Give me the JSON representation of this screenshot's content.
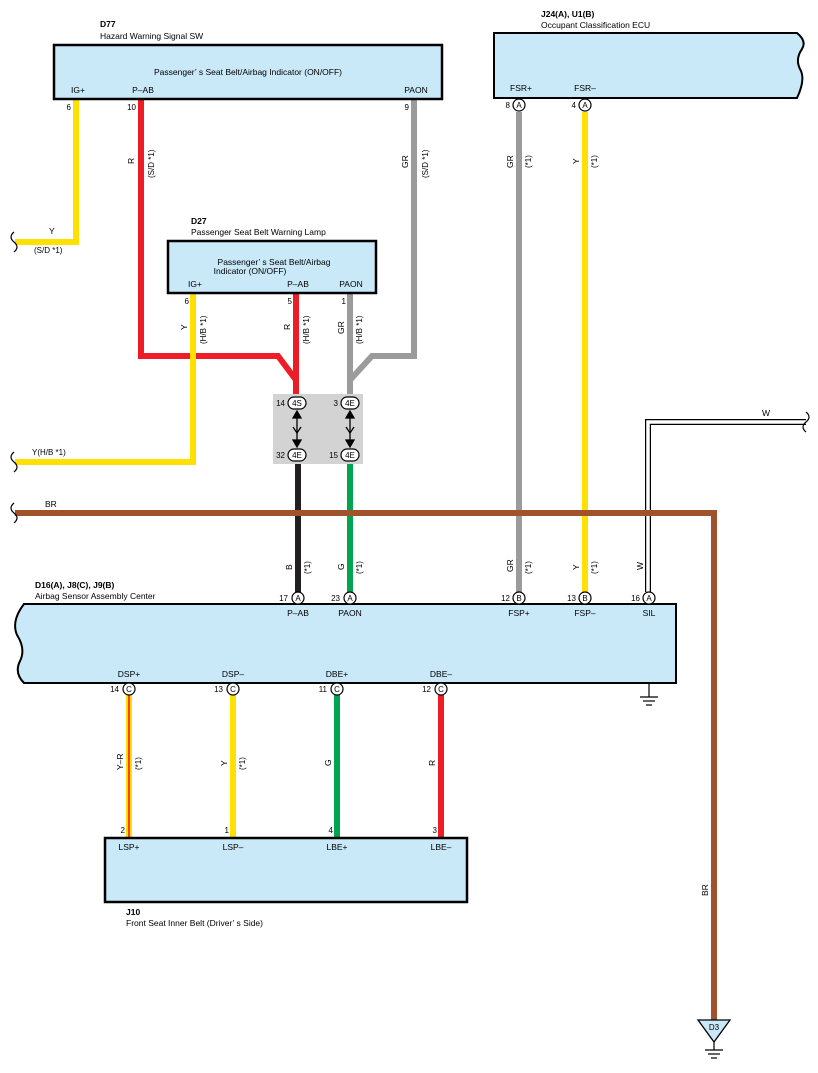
{
  "colors": {
    "Y": "#ffe000",
    "R": "#ee1c25",
    "GR": "#9b9b9b",
    "B": "#231f20",
    "G": "#00a54f",
    "BR": "#a0522d",
    "W": "#ffffff",
    "box": "#c9e9f9"
  },
  "components": {
    "d77": {
      "ref": "D77",
      "name": "Hazard Warning Signal SW",
      "inner": "Passenger’ s Seat Belt/Airbag Indicator (ON/OFF)",
      "pins": [
        {
          "num": "6",
          "label": "IG+"
        },
        {
          "num": "10",
          "label": "P–AB"
        },
        {
          "num": "9",
          "label": "PAON"
        }
      ]
    },
    "j24": {
      "ref": "J24(A), U1(B)",
      "name": "Occupant Classification ECU",
      "pins": [
        {
          "num": "8",
          "conn": "A",
          "label": "FSR+"
        },
        {
          "num": "4",
          "conn": "A",
          "label": "FSR–"
        }
      ]
    },
    "d27": {
      "ref": "D27",
      "name": "Passenger Seat Belt Warning Lamp",
      "inner1": "Passenger’ s Seat Belt/Airbag",
      "inner2": "Indicator (ON/OFF)",
      "pins": [
        {
          "num": "6",
          "label": "IG+"
        },
        {
          "num": "5",
          "label": "P–AB"
        },
        {
          "num": "1",
          "label": "PAON"
        }
      ]
    },
    "d16": {
      "ref": "D16(A), J8(C), J9(B)",
      "name": "Airbag Sensor Assembly Center",
      "top_pins": [
        {
          "num": "17",
          "conn": "A",
          "label": "P–AB"
        },
        {
          "num": "23",
          "conn": "A",
          "label": "PAON"
        },
        {
          "num": "12",
          "conn": "B",
          "label": "FSP+"
        },
        {
          "num": "13",
          "conn": "B",
          "label": "FSP–"
        },
        {
          "num": "16",
          "conn": "A",
          "label": "SIL"
        }
      ],
      "bottom_pins": [
        {
          "num": "14",
          "conn": "C",
          "label": "DSP+"
        },
        {
          "num": "13",
          "conn": "C",
          "label": "DSP–"
        },
        {
          "num": "11",
          "conn": "C",
          "label": "DBE+"
        },
        {
          "num": "12",
          "conn": "C",
          "label": "DBE–"
        }
      ]
    },
    "j10": {
      "ref": "J10",
      "name": "Front Seat Inner Belt (Driver’ s Side)",
      "pins": [
        {
          "num": "2",
          "label": "LSP+"
        },
        {
          "num": "1",
          "label": "LSP–"
        },
        {
          "num": "4",
          "label": "LBE+"
        },
        {
          "num": "3",
          "label": "LBE–"
        }
      ]
    },
    "d3": {
      "ref": "D3"
    }
  },
  "junction": {
    "pins": [
      {
        "num": "14",
        "conn": "4S"
      },
      {
        "num": "3",
        "conn": "4E"
      },
      {
        "num": "32",
        "conn": "4E"
      },
      {
        "num": "15",
        "conn": "4E"
      }
    ]
  },
  "wire_labels": {
    "r_sd": "R",
    "r_sd_note": "(S/D *1)",
    "gr_sd": "GR",
    "gr_sd_note": "(S/D *1)",
    "gr_ecu": "GR",
    "gr_ecu_note": "(*1)",
    "y_ecu": "Y",
    "y_ecu_note": "(*1)",
    "y_left": "Y",
    "y_left_note": "(S/D *1)",
    "y_hb": "Y",
    "y_hb_note": "(H/B *1)",
    "r_hb": "R",
    "r_hb_note": "(H/B *1)",
    "gr_hb": "GR",
    "gr_hb_note": "(H/B *1)",
    "y_hb_left": "Y(H/B *1)",
    "w_top": "W",
    "br_top": "BR",
    "b_low": "B",
    "b_low_note": "(*1)",
    "g_low": "G",
    "g_low_note": "(*1)",
    "gr_low": "GR",
    "gr_low_note": "(*1)",
    "y_low": "Y",
    "y_low_note": "(*1)",
    "w_low": "W",
    "yr": "Y–R",
    "yr_note": "(*1)",
    "y_dsp": "Y",
    "y_dsp_note": "(*1)",
    "g_dbe": "G",
    "r_dbe": "R",
    "br_right": "BR"
  }
}
